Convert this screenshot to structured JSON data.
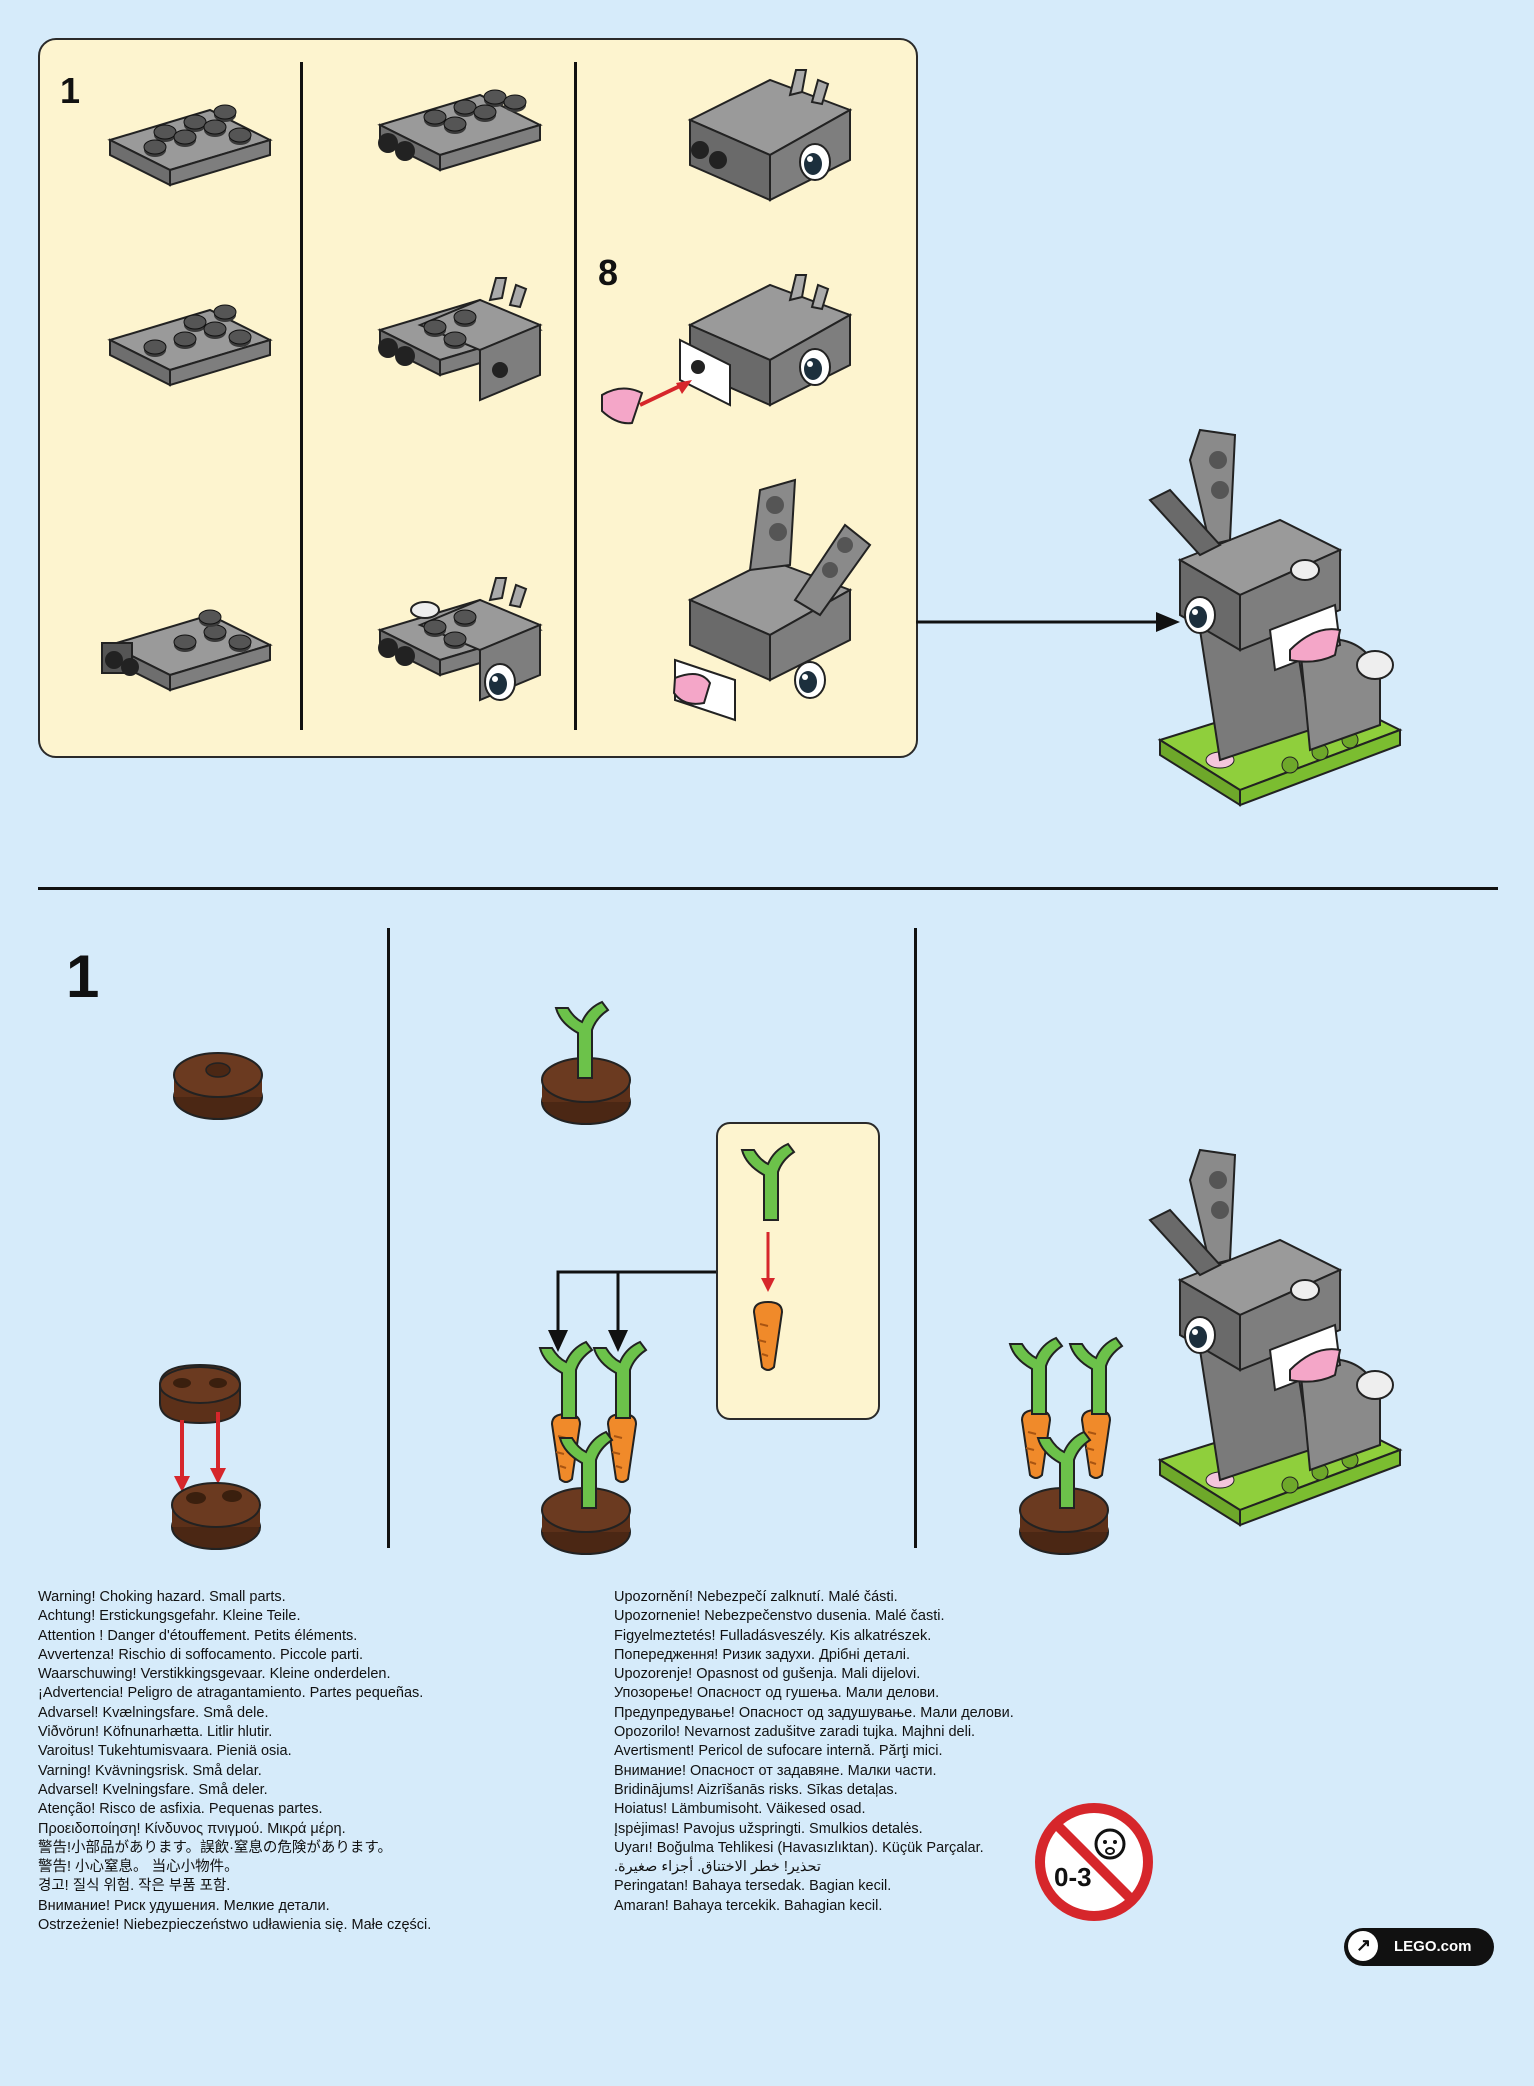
{
  "steps": {
    "top_step_1": "1",
    "top_step_8": "8",
    "bottom_step_1": "1"
  },
  "warnings_left": [
    "Warning! Choking hazard. Small parts.",
    "Achtung! Erstickungsgefahr. Kleine Teile.",
    "Attention ! Danger d'étouffement. Petits éléments.",
    "Avvertenza! Rischio di soffocamento. Piccole parti.",
    "Waarschuwing! Verstikkingsgevaar. Kleine onderdelen.",
    "¡Advertencia! Peligro de atragantamiento. Partes pequeñas.",
    "Advarsel! Kvælningsfare. Små dele.",
    "Viðvörun! Köfnunarhætta. Litlir hlutir.",
    "Varoitus! Tukehtumisvaara. Pieniä osia.",
    "Varning! Kvävningsrisk. Små delar.",
    "Advarsel! Kvelningsfare. Små deler.",
    "Atenção! Risco de asfixia. Pequenas partes.",
    "Προειδοποίηση! Κίνδυνος πνιγμού. Μικρά μέρη.",
    "警告!小部品があります。誤飲·窒息の危険があります。",
    "警告! 小心窒息。 当心小物件。",
    "경고! 질식 위험. 작은 부품 포함.",
    "Внимание! Риск удушения. Мелкие детали.",
    "Ostrzeżenie! Niebezpieczeństwo udławienia się. Małe części."
  ],
  "warnings_right": [
    "Upozornění! Nebezpečí zalknutí. Malé části.",
    "Upozornenie! Nebezpečenstvo dusenia. Malé časti.",
    "Figyelmeztetés! Fulladásveszély. Kis alkatrészek.",
    "Попередження! Ризик задухи. Дрібні деталі.",
    "Upozorenje! Opasnost od gušenja. Mali dijelovi.",
    "Упозорење! Опасност од гушења. Мали делови.",
    "Предупредување! Опасност од задушување. Мали делови.",
    "Opozorilo! Nevarnost zadušitve zaradi tujka. Majhni deli.",
    "Avertisment! Pericol de sufocare internă. Părţi mici.",
    "Внимание! Опасност от задавяне. Малки части.",
    "Bridinājums! Aizrīšanās risks. Sīkas detaļas.",
    "Hoiatus! Lämbumisoht. Väikesed osad.",
    "Įspėjimas! Pavojus užspringti. Smulkios detalės.",
    "Uyarı! Boğulma Tehlikesi (Havasızlıktan). Küçük Parçalar.",
    "تحذير! خطر الاختناق. أجزاء صغيرة.",
    "Peringatan! Bahaya tersedak. Bagian kecil.",
    "Amaran! Bahaya tercekik. Bahagian kecil."
  ],
  "age_warning": {
    "label": "0-3"
  },
  "footer": {
    "lego_link": "LEGO.com"
  },
  "colors": {
    "background": "#d6ebfa",
    "panel": "#fdf4cf",
    "brick_grey": "#8c8c8c",
    "brick_dark": "#5a5a5a",
    "brown": "#6b3a20",
    "green_plate": "#8fcf3c",
    "carrot_orange": "#f08a2a",
    "leaf_green": "#6cc24a",
    "nose_pink": "#f4a6c8",
    "arrow_red": "#d6262b"
  }
}
